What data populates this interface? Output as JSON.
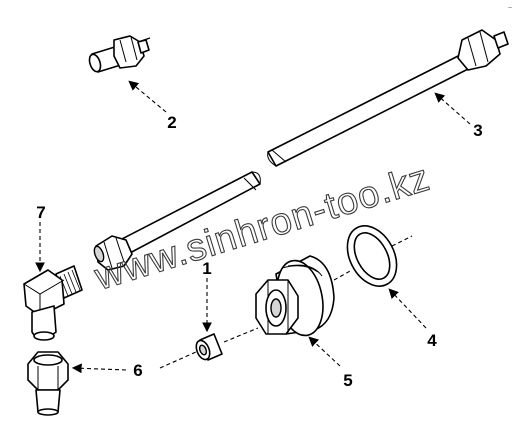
{
  "diagram": {
    "watermark": "www.sinhron-too.kz",
    "corner_mark": "~",
    "callouts": [
      {
        "id": "1",
        "label": "1"
      },
      {
        "id": "2",
        "label": "2"
      },
      {
        "id": "3",
        "label": "3"
      },
      {
        "id": "4",
        "label": "4"
      },
      {
        "id": "5",
        "label": "5"
      },
      {
        "id": "6",
        "label": "6"
      },
      {
        "id": "7",
        "label": "7"
      }
    ]
  }
}
